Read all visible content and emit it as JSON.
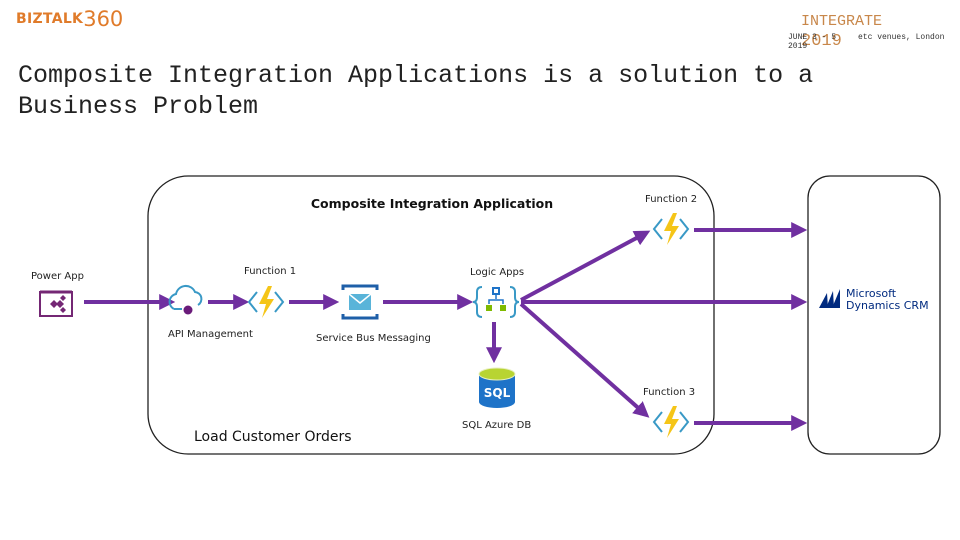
{
  "header": {
    "logo_biztalk": "BIZTALK",
    "logo_360": "360",
    "event_name": "INTEGRATE",
    "event_year": "2019",
    "event_dates": "JUNE 3 - 5 2019",
    "event_venue": "etc venues, London"
  },
  "slide": {
    "title": "Composite Integration Applications is a solution to a Business Problem"
  },
  "diagram": {
    "container_title": "Composite Integration Application",
    "footer_label": "Load Customer Orders",
    "nodes": {
      "power_app": "Power App",
      "api_management": "API Management",
      "function1": "Function 1",
      "service_bus": "Service Bus Messaging",
      "logic_apps": "Logic Apps",
      "sql_db": "SQL Azure DB",
      "sql_glyph": "SQL",
      "function2": "Function 2",
      "function3": "Function 3",
      "crm_line1": "Microsoft",
      "crm_line2": "Dynamics CRM"
    },
    "colors": {
      "arrow": "#7030a0",
      "function_bolt": "#f5c518",
      "bracket": "#3999c6",
      "logic_green": "#7fba00",
      "sql_blue": "#1e73c8",
      "crm_blue": "#002a7f"
    }
  }
}
